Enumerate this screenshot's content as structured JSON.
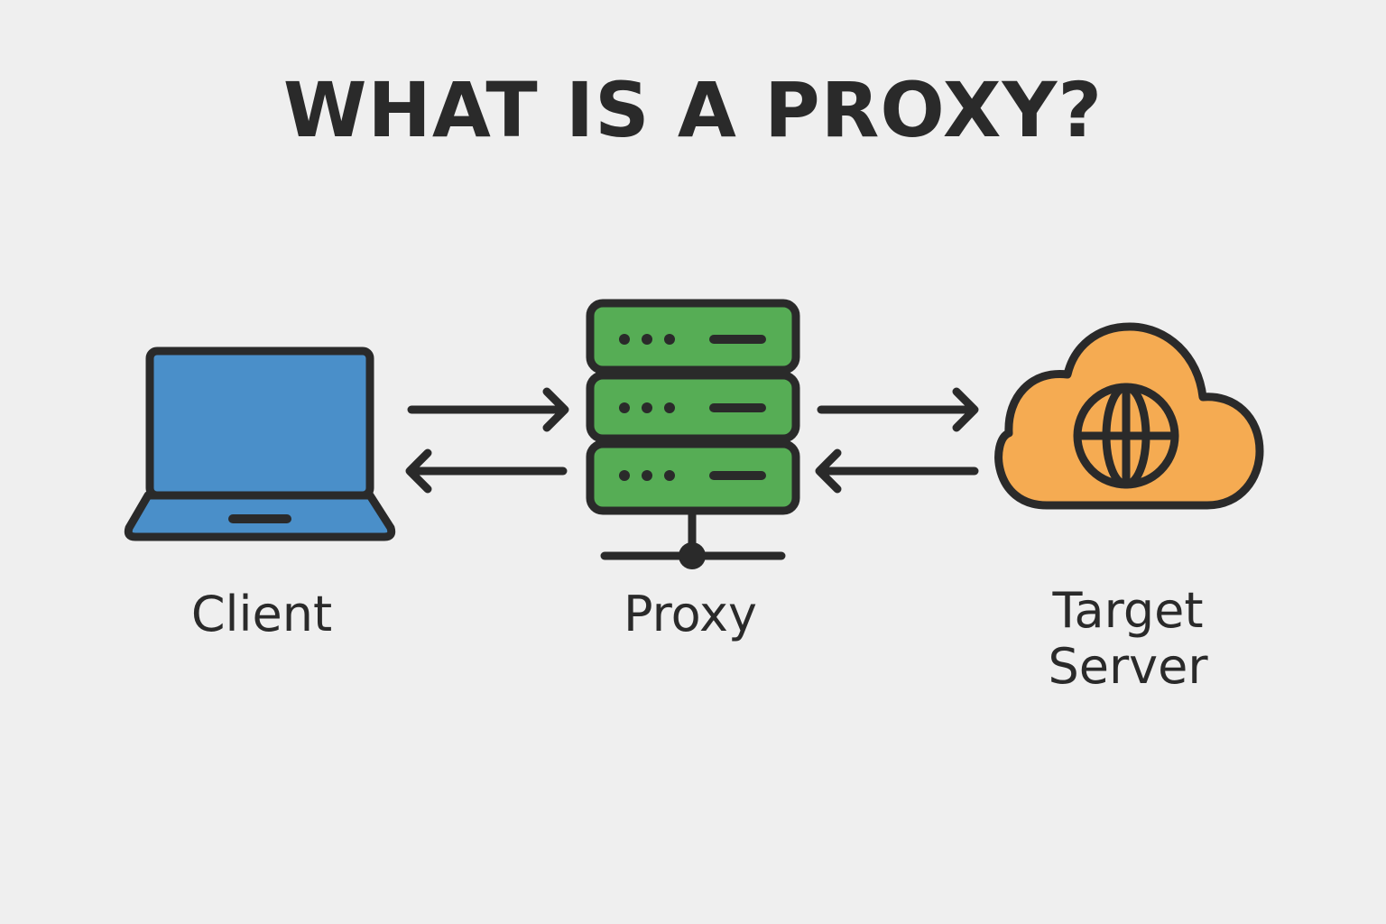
{
  "title": "WHAT IS A PROXY?",
  "nodes": {
    "client": {
      "label": "Client",
      "icon": "laptop-icon",
      "color": "#4a8fc9"
    },
    "proxy": {
      "label": "Proxy",
      "icon": "server-stack-icon",
      "color": "#56ad55"
    },
    "target": {
      "label_line1": "Target",
      "label_line2": "Server",
      "icon": "cloud-globe-icon",
      "color": "#f5ab52"
    }
  },
  "colors": {
    "background": "#efefef",
    "outline": "#2a2a2a"
  },
  "edges": [
    {
      "from": "client",
      "to": "proxy",
      "direction": "right"
    },
    {
      "from": "proxy",
      "to": "client",
      "direction": "left"
    },
    {
      "from": "proxy",
      "to": "target",
      "direction": "right"
    },
    {
      "from": "target",
      "to": "proxy",
      "direction": "left"
    }
  ]
}
